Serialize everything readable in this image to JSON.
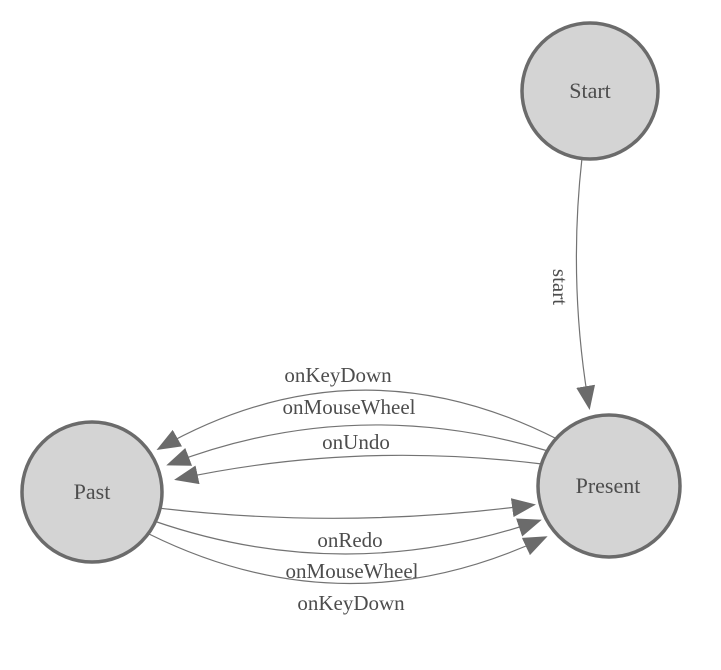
{
  "diagram": {
    "type": "finite-state-machine",
    "colors": {
      "background": "#ffffff",
      "node_fill": "#d4d4d4",
      "node_stroke": "#6b6b6b",
      "edge_line": "#737373",
      "arrow_fill": "#6b6b6b",
      "text": "#4d4d4d"
    },
    "nodes": [
      {
        "id": "start",
        "label": "Start"
      },
      {
        "id": "present",
        "label": "Present"
      },
      {
        "id": "past",
        "label": "Past"
      }
    ],
    "edges": [
      {
        "id": "start-transition",
        "label": "start",
        "from": "Start",
        "to": "Present"
      },
      {
        "id": "onkeydown-to-past",
        "label": "onKeyDown",
        "from": "Present",
        "to": "Past"
      },
      {
        "id": "onmousewheel-to-past",
        "label": "onMouseWheel",
        "from": "Present",
        "to": "Past"
      },
      {
        "id": "onundo-to-past",
        "label": "onUndo",
        "from": "Present",
        "to": "Past"
      },
      {
        "id": "onredo-to-present",
        "label": "onRedo",
        "from": "Past",
        "to": "Present"
      },
      {
        "id": "onmousewheel-to-present",
        "label": "onMouseWheel",
        "from": "Past",
        "to": "Present"
      },
      {
        "id": "onkeydown-to-present",
        "label": "onKeyDown",
        "from": "Past",
        "to": "Present"
      }
    ]
  }
}
